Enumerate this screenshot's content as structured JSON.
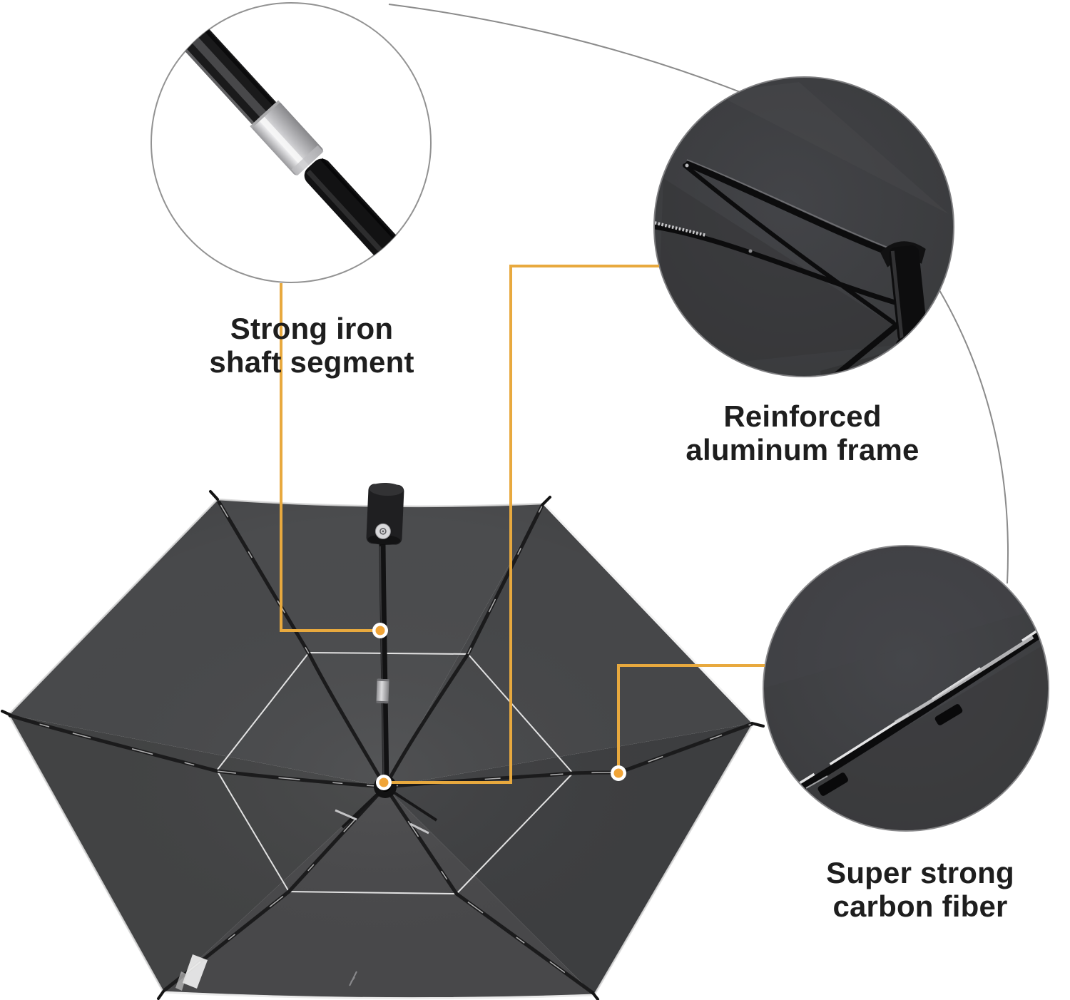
{
  "title": "Umbrella feature callout diagram",
  "colors": {
    "background": "#ffffff",
    "accent": "#E8A93E",
    "dot": "#F0A437",
    "ring": "#FFFFFF",
    "text": "#1E1E1E",
    "curve": "#8B8B8B"
  },
  "product": {
    "canopy_color": "#47484A",
    "frame_color": "#1A1A1B",
    "trim_color": "#D8D8D8"
  },
  "callouts": [
    {
      "id": "shaft-segment",
      "label_line1": "Strong iron",
      "label_line2": "shaft segment"
    },
    {
      "id": "aluminum-frame",
      "label_line1": "Reinforced",
      "label_line2": "aluminum frame"
    },
    {
      "id": "carbon-fiber",
      "label_line1": "Super strong",
      "label_line2": "carbon fiber"
    }
  ]
}
